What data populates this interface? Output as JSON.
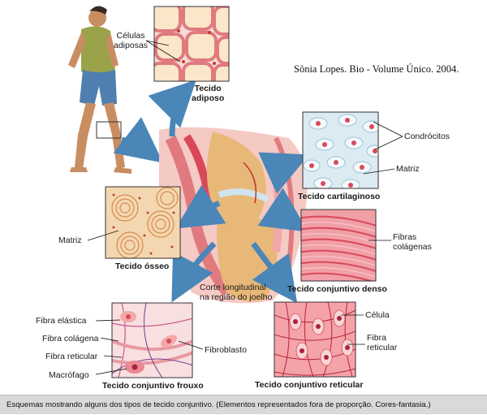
{
  "credit": "Sônia Lopes. Bio - Volume Único. 2004.",
  "caption": "Esquemas mostrando alguns dos tipos de tecido conjuntivo. (Elementos representados fora de proporção. Cores-fantasia.)",
  "center": {
    "label_line1": "Corte longitudinal",
    "label_line2": "na região do joelho"
  },
  "panels": {
    "adiposo": {
      "title_line1": "Tecido",
      "title_line2": "adiposo",
      "label_line1": "Células",
      "label_line2": "adiposas"
    },
    "cartilaginoso": {
      "title": "Tecido cartilaginoso",
      "label_condrocitos": "Condrócitos",
      "label_matriz": "Matriz"
    },
    "osseo": {
      "title": "Tecido ósseo",
      "label_matriz": "Matriz"
    },
    "denso": {
      "title": "Tecido conjuntivo denso",
      "label_line1": "Fibras",
      "label_line2": "colágenas"
    },
    "frouxo": {
      "title": "Tecido conjuntivo frouxo",
      "label_elastica": "Fibra elástica",
      "label_colagena": "Fibra colágena",
      "label_reticular": "Fibra reticular",
      "label_macrofago": "Macrófago",
      "label_fibroblasto": "Fibroblasto"
    },
    "reticular": {
      "title": "Tecido conjuntivo reticular",
      "label_celula": "Célula",
      "label_fibra_line1": "Fibra",
      "label_fibra_line2": "reticular"
    }
  },
  "colors": {
    "tissue_pink": "#f2a7a9",
    "tissue_red": "#d9485a",
    "cartilage_blue": "#cfe4ee",
    "bone_tan": "#e8b878",
    "arrow_blue": "#4a86b8",
    "caption_gray": "#d9d9d9"
  }
}
